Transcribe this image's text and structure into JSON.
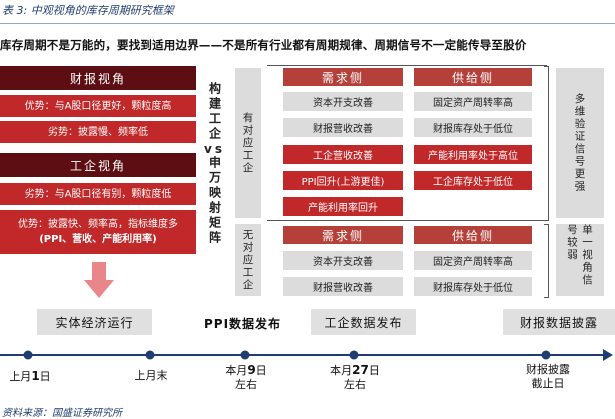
{
  "caption": "表 3:  中观视角的库存周期研究框架",
  "headline": "库存周期不是万能的，要找到适用边界——不是所有行业都有周期规律、周期信号不一定能传导至股价",
  "left": {
    "financial_title": "财报视角",
    "financial_adv": "优势：与A股口径更好，颗粒度高",
    "financial_dis": "劣势：披露慢、频率低",
    "industrial_title": "工企视角",
    "industrial_dis": "劣势：与A股口径有别，颗粒度低",
    "industrial_adv_line1": "优势：披露快、频率高，指标维度多",
    "industrial_adv_line2": "(PPI、营收、产能利用率)"
  },
  "mapping_label": "构建工企vs申万映射矩阵",
  "mapping_label_top": "构建工企",
  "mapping_label_vs": "vs",
  "mapping_label_bottom": "申万映射矩阵",
  "with_map": {
    "side_label": "有对应工企",
    "demand_header": "需求侧",
    "supply_header": "供给侧",
    "demand_items": [
      "资本开支改善",
      "财报营收改善",
      "工企营收改善",
      "PPI回升(上游更佳)",
      "产能利用率回升"
    ],
    "supply_items": [
      "固定资产周转率高",
      "财报库存处于低位",
      "产能利用率处于高位",
      "工企库存处于低位"
    ]
  },
  "no_map": {
    "side_label": "无对应工企",
    "demand_header": "需求侧",
    "supply_header": "供给侧",
    "demand_items": [
      "资本开支改善",
      "财报营收改善"
    ],
    "supply_items": [
      "固定资产周转率高",
      "财报库存处于低位"
    ]
  },
  "right_top": "多维验证信号更强",
  "right_bottom": "单一视角信号较弱",
  "events": {
    "real_economy": "实体经济运行",
    "ppi": "PPI数据发布",
    "industrial": "工企数据发布",
    "financial": "财报数据披露"
  },
  "timeline": {
    "t1": {
      "pre": "上月",
      "num": "1",
      "post": "日"
    },
    "t2": {
      "text": "上月末"
    },
    "t3": {
      "pre": "本月",
      "num": "9",
      "post": "日",
      "line2": "左右"
    },
    "t4": {
      "pre": "本月",
      "num": "27",
      "post": "日",
      "line2": "左右"
    },
    "t5": {
      "line1": "财报披露",
      "line2": "截止日"
    }
  },
  "source": "资料来源：国盛证券研究所",
  "colors": {
    "dark_red": "#5d0e12",
    "red": "#c0282a",
    "header_red": "#b5403a",
    "gray": "#dcdcdc",
    "navy": "#1f3d70"
  }
}
